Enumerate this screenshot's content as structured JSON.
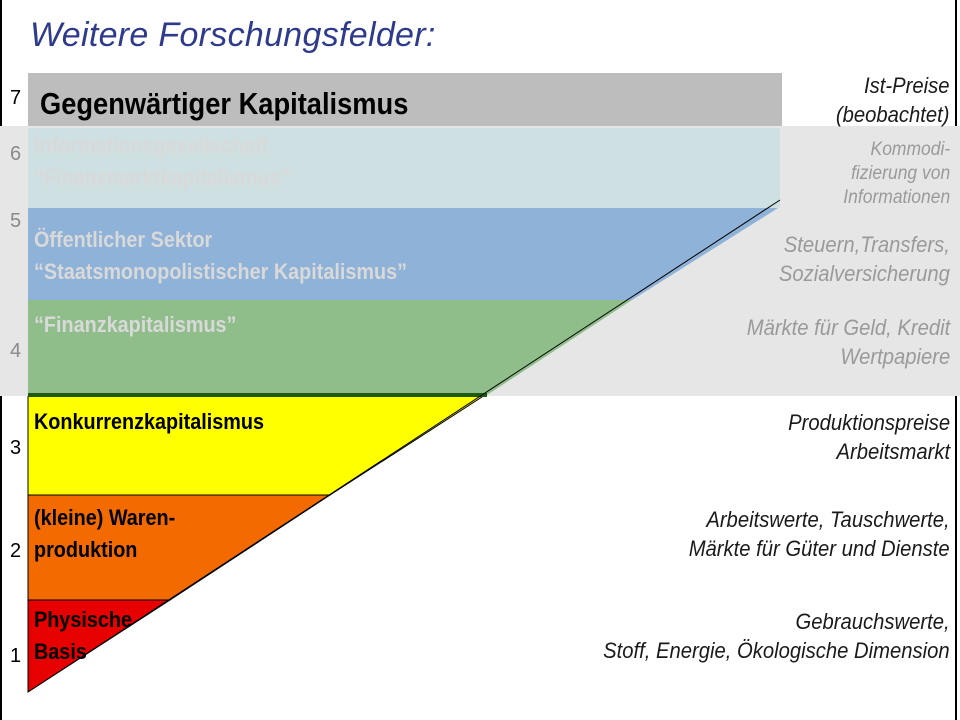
{
  "title": "Weitere Forschungsfelder:",
  "colors": {
    "title": "#2e3a8c",
    "level1": "#e60000",
    "level2": "#f26a00",
    "level3": "#ffff00",
    "level4": "#8fbe8a",
    "level5": "#8fb2d8",
    "level6": "#cfe0e2",
    "level7": "#bdbdbd",
    "overlay": "#e6e6e6"
  },
  "levels": [
    {
      "number": "1",
      "label_lines": [
        "Physische",
        "Basis"
      ],
      "right_lines": [
        "Gebrauchswerte,",
        "Stoff, Energie, Ökologische Dimension"
      ]
    },
    {
      "number": "2",
      "label_lines": [
        "(kleine) Waren-",
        "produktion"
      ],
      "right_lines": [
        "Arbeitswerte, Tauschwerte,",
        "Märkte für Güter und Dienste"
      ]
    },
    {
      "number": "3",
      "label_lines": [
        "Konkurrenzkapitalismus"
      ],
      "right_lines": [
        "Produktionspreise",
        "Arbeitsmarkt"
      ]
    },
    {
      "number": "4",
      "label_lines": [
        "“Finanzkapitalismus”"
      ],
      "right_lines": [
        "Märkte für Geld, Kredit",
        "Wertpapiere"
      ]
    },
    {
      "number": "5",
      "label_lines": [
        "Öffentlicher Sektor",
        "“Staatsmonopolistischer Kapitalismus”"
      ],
      "right_lines": [
        "Steuern,Transfers,",
        "Sozialversicherung"
      ]
    },
    {
      "number": "6",
      "label_lines": [
        "Informationsgesellschaft",
        "“Finanzmarktkapitalismus”"
      ],
      "right_lines": [
        "Kommodi-",
        "fizierung von",
        "Informationen"
      ]
    },
    {
      "number": "7",
      "label_lines": [
        "Gegenwärtiger Kapitalismus"
      ],
      "right_lines": [
        "Ist-Preise",
        "(beobachtet)"
      ]
    }
  ]
}
